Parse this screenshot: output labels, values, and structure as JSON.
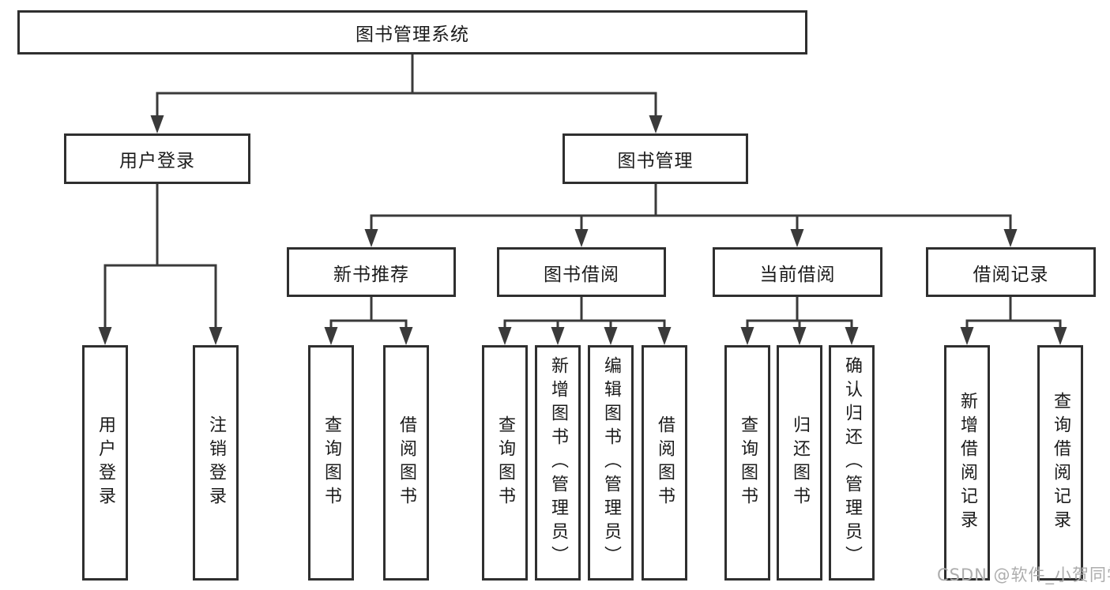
{
  "diagram": {
    "root": {
      "label": "图书管理系统"
    },
    "branches": [
      {
        "label": "用户登录",
        "children": [
          {
            "label": "用户登录"
          },
          {
            "label": "注销登录"
          }
        ]
      },
      {
        "label": "图书管理",
        "groups": [
          {
            "label": "新书推荐",
            "children": [
              {
                "label": "查询图书"
              },
              {
                "label": "借阅图书"
              }
            ]
          },
          {
            "label": "图书借阅",
            "children": [
              {
                "label": "查询图书"
              },
              {
                "label": "新增图书（管理员）"
              },
              {
                "label": "编辑图书（管理员）"
              },
              {
                "label": "借阅图书"
              }
            ]
          },
          {
            "label": "当前借阅",
            "children": [
              {
                "label": "查询图书"
              },
              {
                "label": "归还图书"
              },
              {
                "label": "确认归还（管理员）"
              }
            ]
          },
          {
            "label": "借阅记录",
            "children": [
              {
                "label": "新增借阅记录"
              },
              {
                "label": "查询借阅记录"
              }
            ]
          }
        ]
      }
    ]
  },
  "watermark": {
    "text": "CSDN @软件_小贺同学"
  },
  "colors": {
    "background": "#ffffff",
    "line": "#3a3a3a",
    "box_border": "#2f2f2f",
    "text": "#1b1b1b",
    "watermark": "#adadad"
  }
}
